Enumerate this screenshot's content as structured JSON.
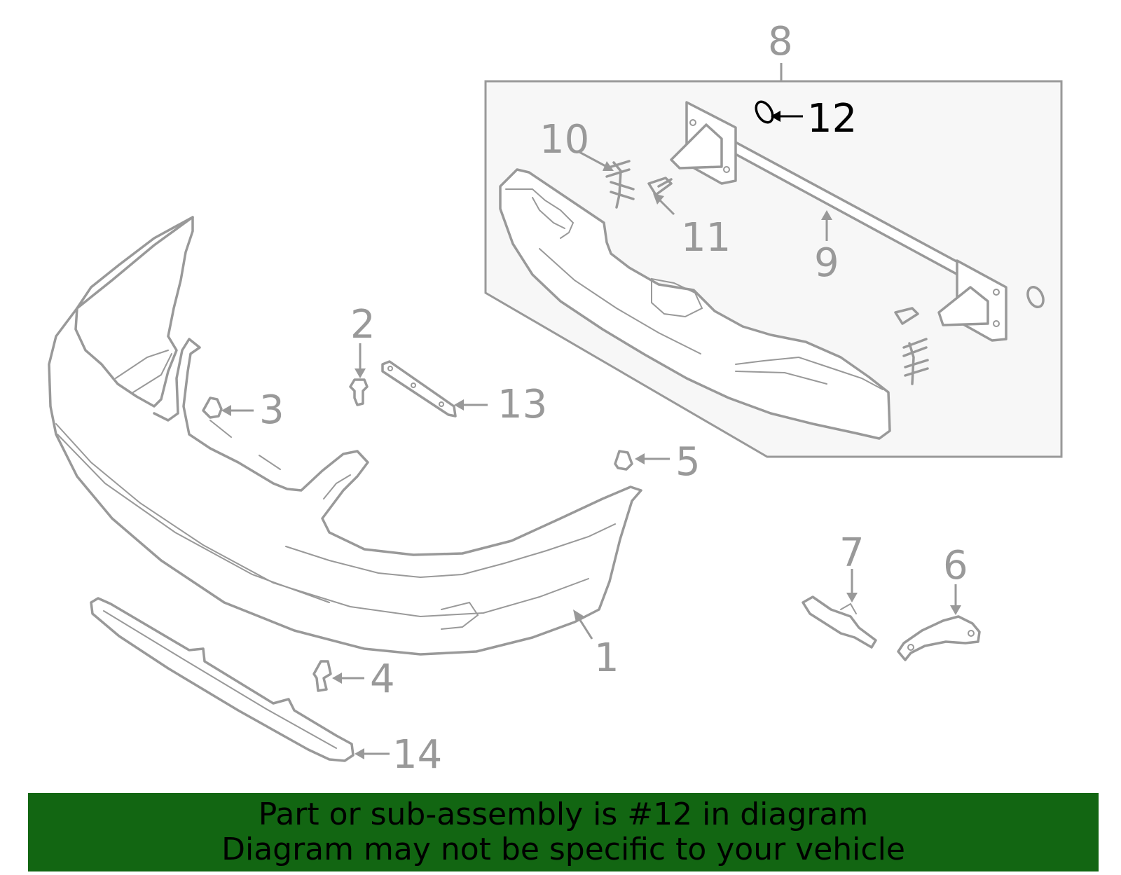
{
  "diagram": {
    "callouts": {
      "c1": "1",
      "c2": "2",
      "c3": "3",
      "c4": "4",
      "c5": "5",
      "c6": "6",
      "c7": "7",
      "c8": "8",
      "c9": "9",
      "c10": "10",
      "c11": "11",
      "c12": "12",
      "c13": "13",
      "c14": "14"
    },
    "highlighted_callout": "12",
    "colors": {
      "linework": "#999999",
      "highlight": "#000000",
      "panel_fill": "#f7f7f7",
      "banner_background": "#126612"
    }
  },
  "banner": {
    "line1": "Part or sub-assembly is #12 in diagram",
    "line2": "Diagram may not be specific to your vehicle"
  }
}
